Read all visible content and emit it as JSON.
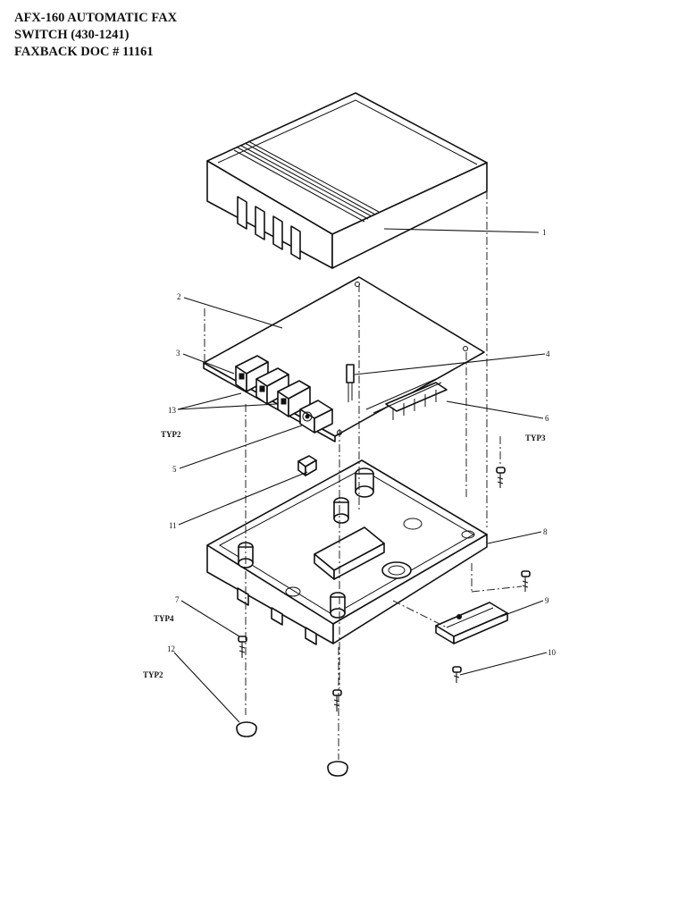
{
  "header": {
    "line1": "AFX-160 AUTOMATIC FAX",
    "line2": "SWITCH (430-1241)",
    "line3": "FAXBACK DOC # 11161"
  },
  "callouts": {
    "c1": "1",
    "c2": "2",
    "c3": "3",
    "c4": "4",
    "c5": "5",
    "c6": "6",
    "c7": "7",
    "c8": "8",
    "c9": "9",
    "c10": "10",
    "c11": "11",
    "c12": "12",
    "c13": "13"
  },
  "notes": {
    "typ2_left": "TYP2",
    "typ3": "TYP3",
    "typ4": "TYP4",
    "typ2_bottom": "TYP2"
  }
}
